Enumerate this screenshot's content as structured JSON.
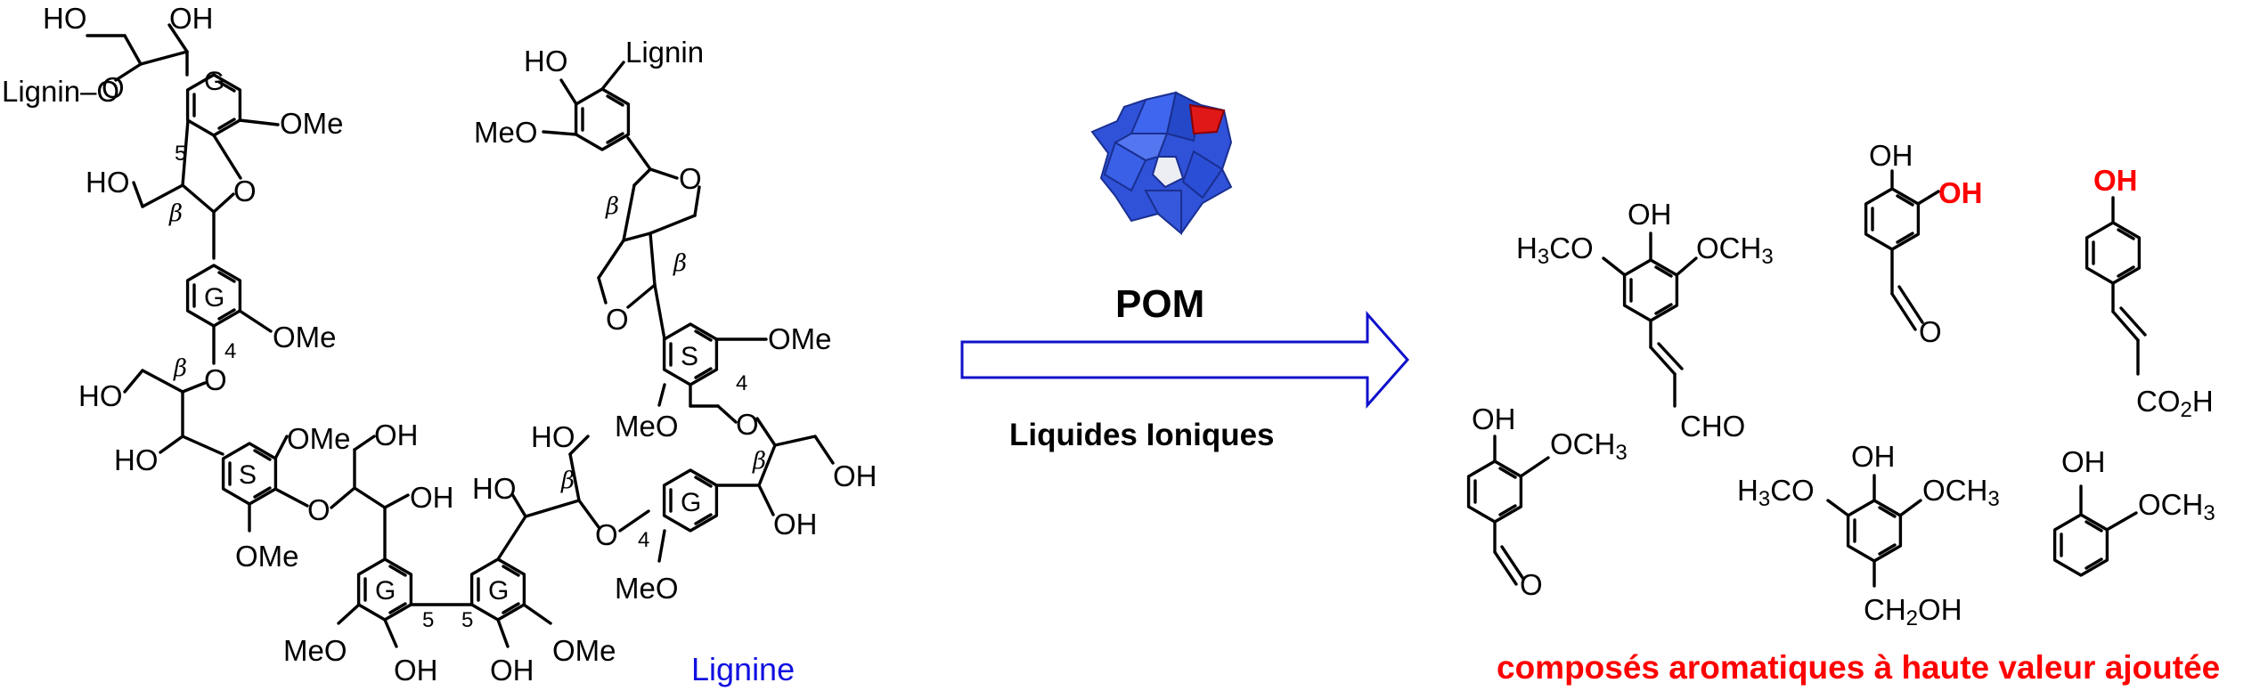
{
  "catalyst": {
    "label": "POM",
    "colors": {
      "body": "#2f52d8",
      "highlight": "#e01818"
    }
  },
  "conditions": {
    "label": "Liquides Ioniques"
  },
  "arrow": {
    "color": "#1010cc"
  },
  "lignin": {
    "caption": "Lignine",
    "caption_color": "#1010e0",
    "labels": {
      "ho": "HO",
      "oh": "OH",
      "o": "O",
      "ome": "OMe",
      "meo": "MeO",
      "lignin": "Lignin",
      "lignin_o": "Lignin–O",
      "ring_g": "G",
      "ring_s": "S",
      "pos5": "5",
      "pos4": "4",
      "beta": "β"
    }
  },
  "products": {
    "caption": "composés aromatiques à haute valeur ajoutée",
    "caption_color": "#ff0000",
    "highlight_color": "#ff0000",
    "labels": {
      "oh": "OH",
      "h3co": "H",
      "h3co_3": "3",
      "h3co_tail": "CO",
      "och": "OCH",
      "och_3": "3",
      "cho": "CHO",
      "o": "O",
      "co2h_a": "CO",
      "co2h_2": "2",
      "co2h_h": "H",
      "ch2oh_a": "CH",
      "ch2oh_2": "2",
      "ch2oh_b": "OH"
    }
  }
}
